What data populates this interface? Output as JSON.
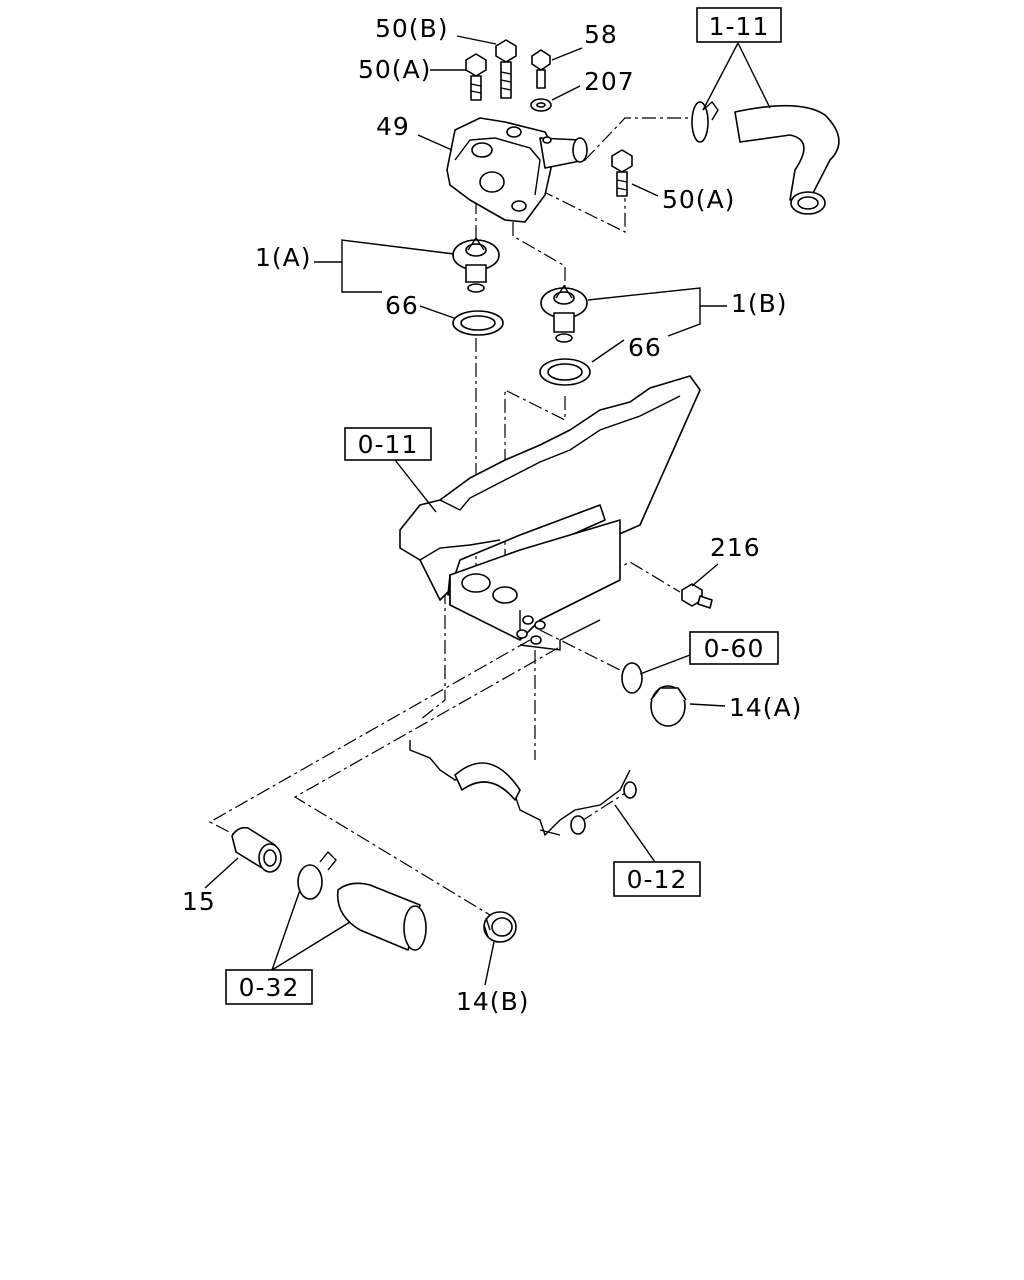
{
  "labels": {
    "bolt_50b": "50(B)",
    "bolt_58": "58",
    "bolt_50a_top": "50(A)",
    "washer_207": "207",
    "housing_49": "49",
    "bolt_50a_right": "50(A)",
    "thermostat_1a": "1(A)",
    "gasket_66_left": "66",
    "thermostat_1b": "1(B)",
    "gasket_66_right": "66",
    "sensor_216": "216",
    "plug_14a": "14(A)",
    "pipe_15": "15",
    "plug_14b": "14(B)"
  },
  "references": {
    "ref_1_11": "1-11",
    "ref_0_11": "0-11",
    "ref_0_60": "0-60",
    "ref_0_12": "0-12",
    "ref_0_32": "0-32"
  }
}
